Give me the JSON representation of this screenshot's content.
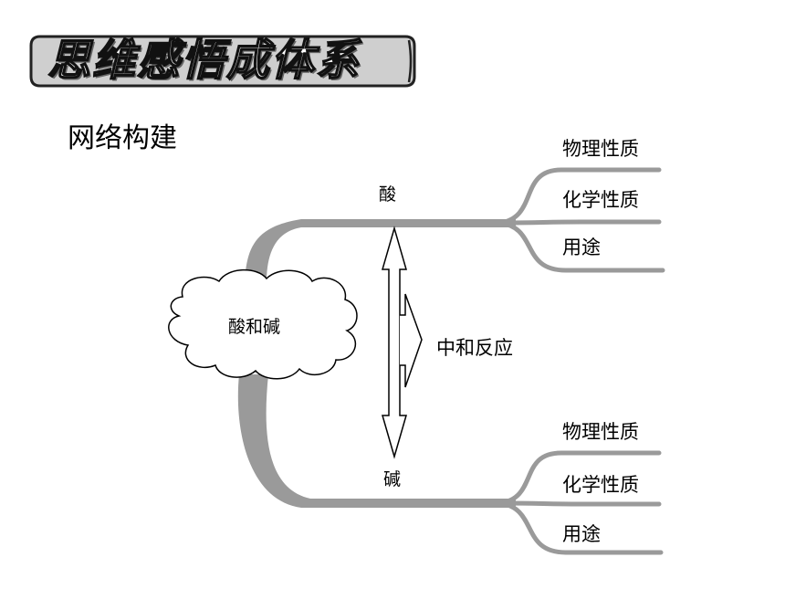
{
  "banner": {
    "title": "思维感悟成体系"
  },
  "section": {
    "title": "网络构建"
  },
  "diagram": {
    "center": "酸和碱",
    "acid": {
      "label": "酸",
      "branches": [
        "物理性质",
        "化学性质",
        "用途"
      ]
    },
    "base": {
      "label": "碱",
      "branches": [
        "物理性质",
        "化学性质",
        "用途"
      ]
    },
    "reaction": "中和反应",
    "colors": {
      "branch": "#9a9a9a",
      "outline": "#000000",
      "banner_fill": "#cfcfcf"
    }
  }
}
